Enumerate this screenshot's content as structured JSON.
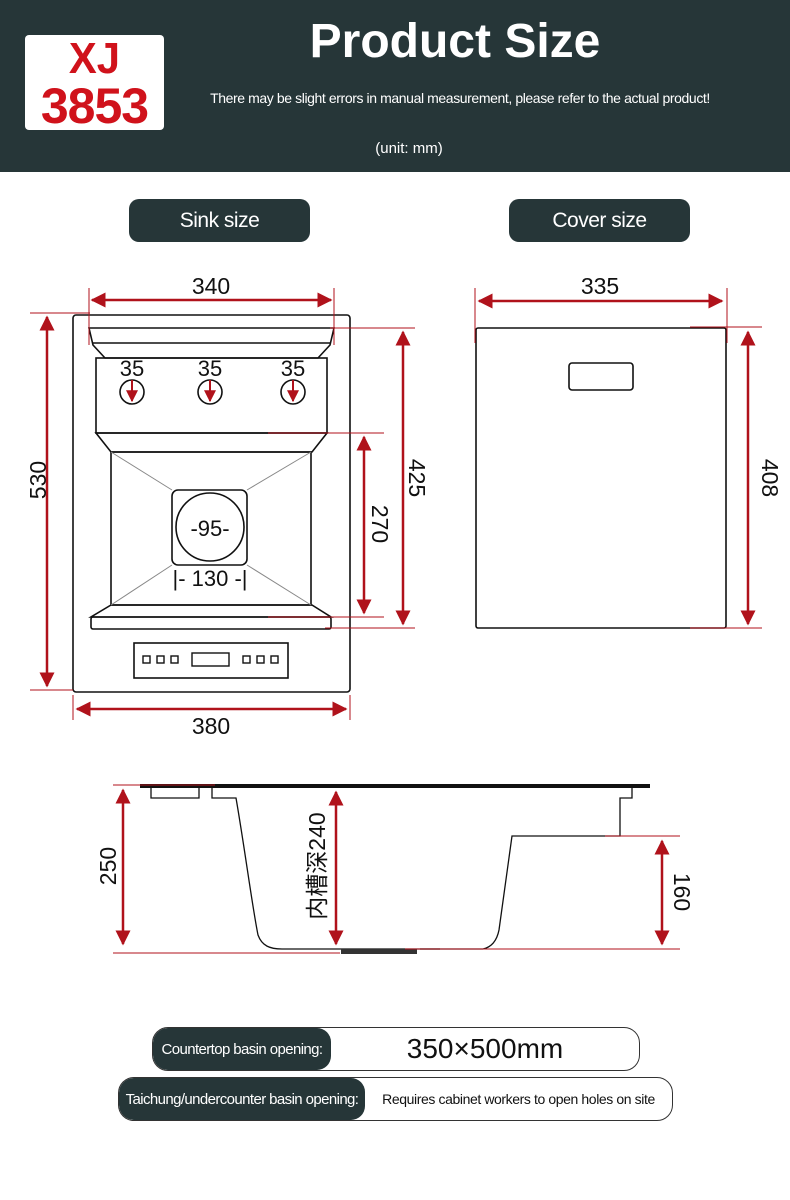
{
  "header": {
    "model_line1": "XJ",
    "model_line2": "3853",
    "title": "Product Size",
    "notice": "There may be slight errors in manual measurement, please refer to the actual product!",
    "unit": "(unit: mm)"
  },
  "sections": {
    "sink_label": "Sink size",
    "cover_label": "Cover size"
  },
  "sink_top_view": {
    "inner_width": "340",
    "outer_width": "380",
    "total_height": "530",
    "basin_height": "425",
    "bowl_height": "270",
    "tap_holes": [
      "35",
      "35",
      "35"
    ],
    "drain_diameter": "-95-",
    "drain_square": "|- 130 -|"
  },
  "cover_view": {
    "width": "335",
    "height": "408"
  },
  "side_view": {
    "total_depth": "250",
    "inner_depth": "内槽深240",
    "step_depth": "160"
  },
  "openings": [
    {
      "label": "Countertop basin opening:",
      "value": "350×500mm"
    },
    {
      "label": "Taichung/undercounter basin opening:",
      "value": "Requires cabinet workers to open holes on site"
    }
  ],
  "colors": {
    "dark": "#263638",
    "accent_red": "#b0121b",
    "badge_red": "#d0121b"
  }
}
